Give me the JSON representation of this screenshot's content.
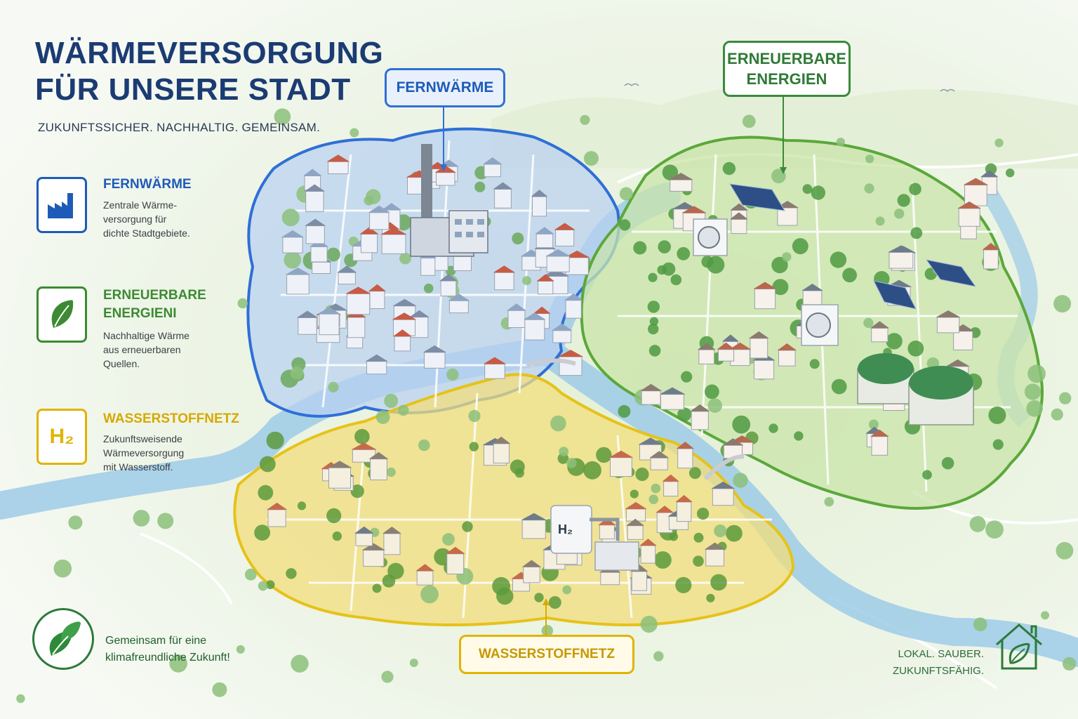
{
  "title": "Wärmeversorgung für unsere Stadt",
  "title_lines": [
    "WÄRMEVERSORGUNG",
    "FÜR UNSERE STADT"
  ],
  "subtitle": "ZUKUNFTSSICHER. NACHHALTIG. GEMEINSAM.",
  "legend": [
    {
      "title": "FERNWÄRME",
      "description": "Zentrale Wärme-\nversorgung für\ndichte Stadtgebiete.",
      "icon": "factory-icon",
      "color": "#1e5bb8"
    },
    {
      "title": "ERNEUERBARE\nENERGIENI",
      "description": "Nachhaltige Wärme\naus erneuerbaren\nQuellen.",
      "icon": "leaf-icon",
      "color": "#3c8a32"
    },
    {
      "title": "WASSERSTOFFNETZ",
      "description": "Zukunftsweisende\nWärmeversorgung\nmit Wasserstoff.",
      "icon": "h2-icon",
      "icon_text": "H₂",
      "color": "#e0b400"
    }
  ],
  "map": {
    "callouts": {
      "fernwaerme": "FERNWÄRME",
      "erneuerbare": "ERNEUERBARE\nENERGIEN",
      "wasserstoff": "WASSERSTOFFNETZ"
    },
    "h2_tank_label": "H₂",
    "zone_colors": {
      "fernwaerme": "#2f6fd6",
      "erneuerbare": "#5aa83a",
      "wasserstoff": "#e6c21a",
      "river": "#8fc3e8"
    }
  },
  "footer": {
    "left_text": "Gemeinsam für eine\nklimafreundliche Zukunft!",
    "left_icon": "leaves-icon",
    "right_text": "LOKAL. SAUBER.\nZUKUNFTSFÄHIG.",
    "right_icon": "house-leaf-icon"
  }
}
